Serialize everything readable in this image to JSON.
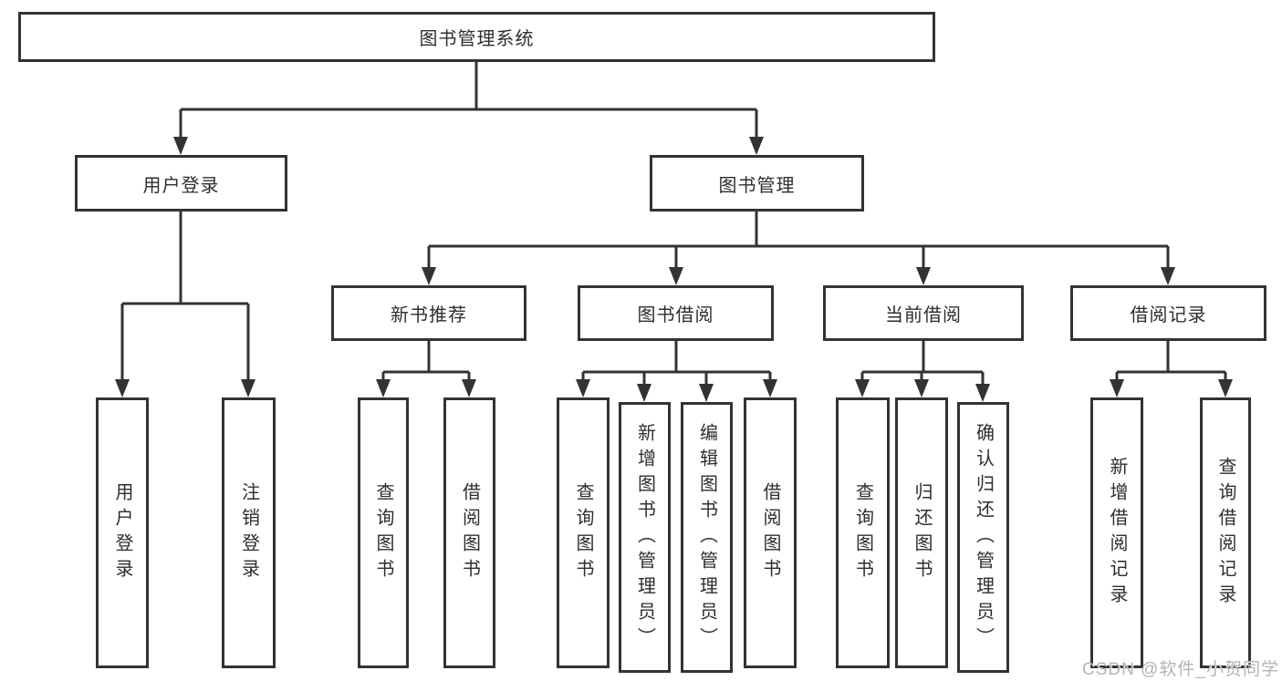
{
  "diagram": {
    "root": {
      "label": "图书管理系统"
    },
    "branches": {
      "userLogin": {
        "label": "用户登录"
      },
      "bookMgmt": {
        "label": "图书管理"
      }
    },
    "modules": {
      "newBookRec": {
        "label": "新书推荐"
      },
      "bookBorrow": {
        "label": "图书借阅"
      },
      "currentBorrow": {
        "label": "当前借阅"
      },
      "borrowRecords": {
        "label": "借阅记录"
      }
    },
    "leaves": {
      "userLoginLeaf": {
        "label": "用户登录"
      },
      "logoutLeaf": {
        "label": "注销登录"
      },
      "nbQuery": {
        "label": "查询图书"
      },
      "nbBorrow": {
        "label": "借阅图书"
      },
      "bbQuery": {
        "label": "查询图书"
      },
      "bbAdd": {
        "label": "新增图书（管理员）"
      },
      "bbEdit": {
        "label": "编辑图书（管理员）"
      },
      "bbBorrow": {
        "label": "借阅图书"
      },
      "cbQuery": {
        "label": "查询图书"
      },
      "cbReturn": {
        "label": "归还图书"
      },
      "cbConfirm": {
        "label": "确认归还（管理员）"
      },
      "brAdd": {
        "label": "新增借阅记录"
      },
      "brQuery": {
        "label": "查询借阅记录"
      }
    }
  },
  "watermark": {
    "text": "CSDN @软件_小贺同学",
    "color": "#b3b3b3"
  },
  "colors": {
    "line": "#333333",
    "text": "#2e2e2e",
    "background": "#ffffff"
  }
}
